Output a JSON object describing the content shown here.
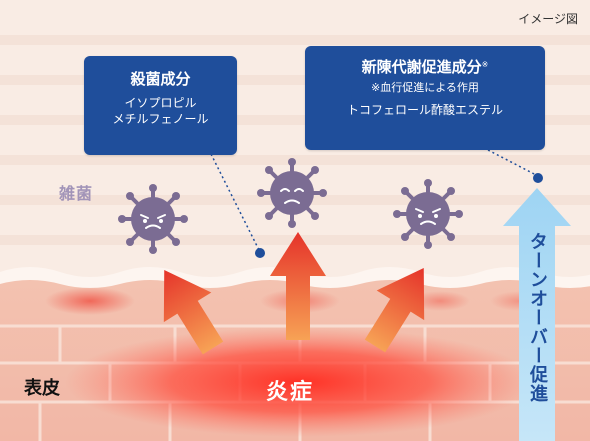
{
  "note": "イメージ図",
  "sterilizing_box": {
    "title": "殺菌成分",
    "line1": "イソプロピル",
    "line2": "メチルフェノール"
  },
  "turnover_box": {
    "title": "新陳代謝促進成分",
    "mark": "※",
    "footnote": "※血行促進による作用",
    "ingredient": "トコフェロール酢酸エステル"
  },
  "labels": {
    "bacteria": "雑菌",
    "skin": "表皮",
    "inflammation": "炎症",
    "turnover": "ターンオーバー促進"
  },
  "colors": {
    "background": "#f9ece4",
    "box": "#1f4e9b",
    "virus": "#7b6c93",
    "arrow_red": "#e8372b",
    "arrow_orange": "#f08a3c",
    "turnover_arrow": "#9fd3f2"
  }
}
